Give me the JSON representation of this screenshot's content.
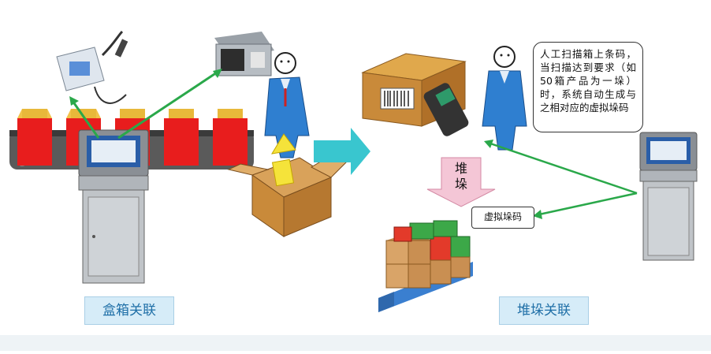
{
  "labels": {
    "box_association": "盒箱关联",
    "stack_association": "堆垛关联"
  },
  "callout": {
    "text": "人工扫描箱上条码，当扫描达到要求（如50箱产品为一垛）时，系统自动生成与之相对应的虚拟垛码"
  },
  "virtual_label": "虚拟垛码",
  "stack_arrow": {
    "char1": "堆",
    "char2": "垛"
  },
  "colors": {
    "arrow_green": "#2aa84a",
    "arrow_teal": "#39c6cf",
    "label_bg": "#d6ecf8",
    "label_text": "#1f6fa7",
    "box_red": "#e81d1d",
    "box_gold": "#e8b83a",
    "conveyor": "#555555",
    "cardboard": "#c98a3a",
    "worker_blue": "#2f7fd0"
  }
}
